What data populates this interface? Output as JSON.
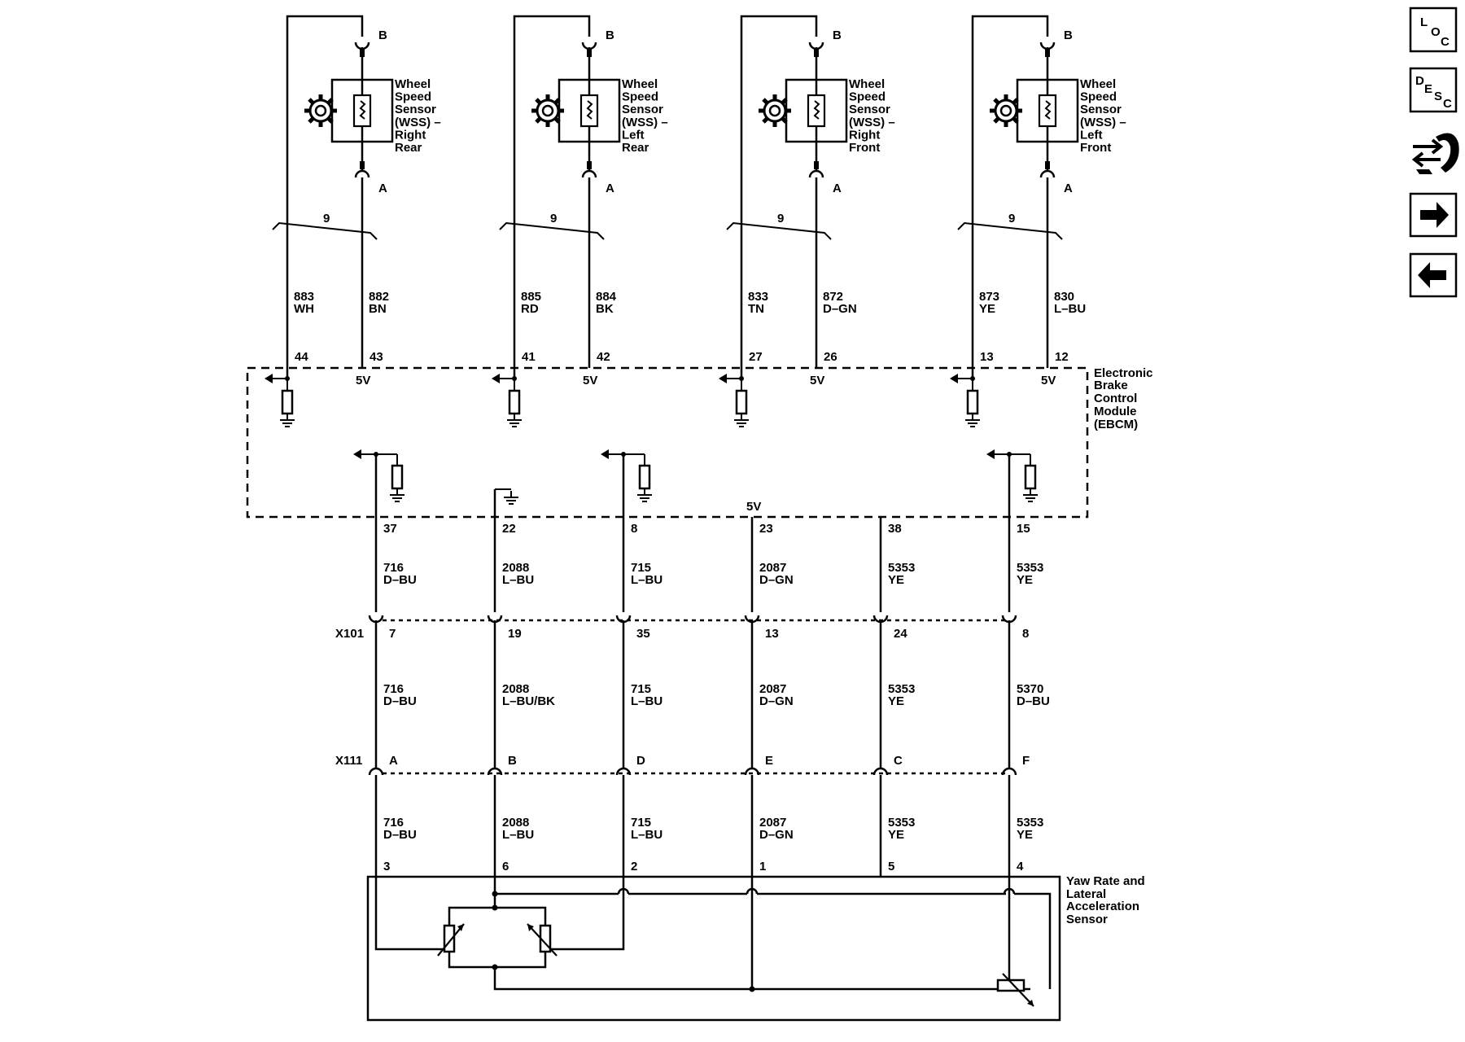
{
  "nav_buttons": {
    "loc": [
      "L",
      "O",
      "C"
    ],
    "desc": [
      "D",
      "E",
      "S",
      "C"
    ]
  },
  "sensors": [
    {
      "name_lines": [
        "Wheel",
        "Speed",
        "Sensor",
        "(WSS) –",
        "Right",
        "Rear"
      ],
      "top_conn": "B",
      "bot_conn": "A",
      "bundle": "9",
      "wire_left": {
        "circuit": "883",
        "color": "WH",
        "pin": "44"
      },
      "wire_right": {
        "circuit": "882",
        "color": "BN",
        "pin": "43"
      },
      "volt": "5V"
    },
    {
      "name_lines": [
        "Wheel",
        "Speed",
        "Sensor",
        "(WSS) –",
        "Left",
        "Rear"
      ],
      "top_conn": "B",
      "bot_conn": "A",
      "bundle": "9",
      "wire_left": {
        "circuit": "885",
        "color": "RD",
        "pin": "41"
      },
      "wire_right": {
        "circuit": "884",
        "color": "BK",
        "pin": "42"
      },
      "volt": "5V"
    },
    {
      "name_lines": [
        "Wheel",
        "Speed",
        "Sensor",
        "(WSS) –",
        "Right",
        "Front"
      ],
      "top_conn": "B",
      "bot_conn": "A",
      "bundle": "9",
      "wire_left": {
        "circuit": "833",
        "color": "TN",
        "pin": "27"
      },
      "wire_right": {
        "circuit": "872",
        "color": "D–GN",
        "pin": "26"
      },
      "volt": "5V"
    },
    {
      "name_lines": [
        "Wheel",
        "Speed",
        "Sensor",
        "(WSS) –",
        "Left",
        "Front"
      ],
      "top_conn": "B",
      "bot_conn": "A",
      "bundle": "9",
      "wire_left": {
        "circuit": "873",
        "color": "YE",
        "pin": "13"
      },
      "wire_right": {
        "circuit": "830",
        "color": "L–BU",
        "pin": "12"
      },
      "volt": "5V"
    }
  ],
  "ebcm": {
    "label_lines": [
      "Electronic",
      "Brake",
      "Control",
      "Module",
      "(EBCM)"
    ],
    "volt": "5V"
  },
  "connectors": {
    "x101": "X101",
    "x111": "X111"
  },
  "lower_wires": [
    {
      "ebcm_pin": "37",
      "seg1": {
        "circuit": "716",
        "color": "D–BU"
      },
      "x101_pin": "7",
      "seg2": {
        "circuit": "716",
        "color": "D–BU"
      },
      "x111_pin": "A",
      "seg3": {
        "circuit": "716",
        "color": "D–BU"
      },
      "sensor_pin": "3"
    },
    {
      "ebcm_pin": "22",
      "seg1": {
        "circuit": "2088",
        "color": "L–BU"
      },
      "x101_pin": "19",
      "seg2": {
        "circuit": "2088",
        "color": "L–BU/BK"
      },
      "x111_pin": "B",
      "seg3": {
        "circuit": "2088",
        "color": "L–BU"
      },
      "sensor_pin": "6"
    },
    {
      "ebcm_pin": "8",
      "seg1": {
        "circuit": "715",
        "color": "L–BU"
      },
      "x101_pin": "35",
      "seg2": {
        "circuit": "715",
        "color": "L–BU"
      },
      "x111_pin": "D",
      "seg3": {
        "circuit": "715",
        "color": "L–BU"
      },
      "sensor_pin": "2"
    },
    {
      "ebcm_pin": "23",
      "seg1": {
        "circuit": "2087",
        "color": "D–GN"
      },
      "x101_pin": "13",
      "seg2": {
        "circuit": "2087",
        "color": "D–GN"
      },
      "x111_pin": "E",
      "seg3": {
        "circuit": "2087",
        "color": "D–GN"
      },
      "sensor_pin": "1"
    },
    {
      "ebcm_pin": "38",
      "seg1": {
        "circuit": "5353",
        "color": "YE"
      },
      "x101_pin": "24",
      "seg2": {
        "circuit": "5353",
        "color": "YE"
      },
      "x111_pin": "C",
      "seg3": {
        "circuit": "5353",
        "color": "YE"
      },
      "sensor_pin": "5"
    },
    {
      "ebcm_pin": "15",
      "seg1": {
        "circuit": "5353",
        "color": "YE"
      },
      "x101_pin": "8",
      "seg2": {
        "circuit": "5370",
        "color": "D–BU"
      },
      "x111_pin": "F",
      "seg3": {
        "circuit": "5353",
        "color": "YE"
      },
      "sensor_pin": "4"
    }
  ],
  "yaw_sensor": {
    "label_lines": [
      "Yaw Rate and",
      "Lateral",
      "Acceleration",
      "Sensor"
    ]
  }
}
